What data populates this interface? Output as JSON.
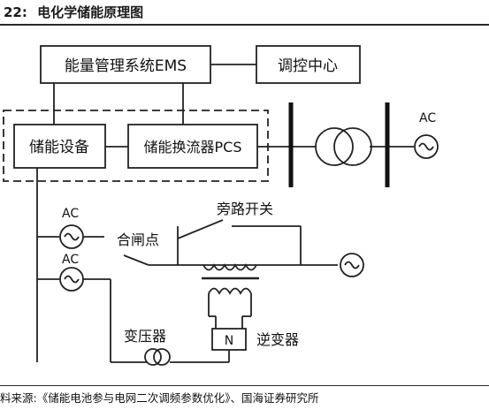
{
  "header": {
    "number": "22:",
    "title": "电化学储能原理图"
  },
  "diagram": {
    "ems": "能量管理系统EMS",
    "control_center": "调控中心",
    "storage_device": "储能设备",
    "pcs": "储能换流器PCS",
    "ac_grid": "AC",
    "ac_1": "AC",
    "ac_2": "AC",
    "closing_point": "合闸点",
    "bypass_switch": "旁路开关",
    "transformer": "变压器",
    "inverter": "逆变器",
    "inverter_symbol": "N"
  },
  "footer": {
    "source": "料来源:《储能电池参与电网二次调频参数优化》、国海证券研究所"
  }
}
